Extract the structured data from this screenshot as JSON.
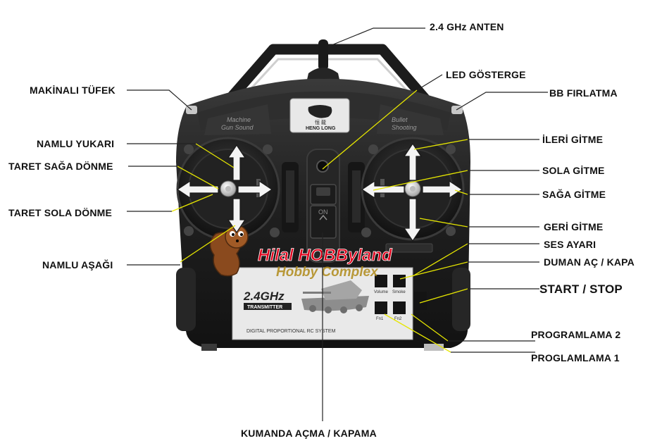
{
  "labels": {
    "antenna": "2.4 GHz ANTEN",
    "led": "LED GÖSTERGE",
    "machine_gun": "MAKİNALI TÜFEK",
    "bb_fire": "BB FIRLATMA",
    "barrel_up": "NAMLU YUKARI",
    "turret_right": "TARET SAĞA DÖNME",
    "turret_left": "TARET SOLA DÖNME",
    "barrel_down": "NAMLU AŞAĞI",
    "forward": "İLERİ GİTME",
    "left": "SOLA GİTME",
    "right": "SAĞA GİTME",
    "backward": "GERİ GİTME",
    "volume": "SES AYARI",
    "smoke": "DUMAN AÇ / KAPA",
    "start_stop": "START / STOP",
    "programming_2": "PROGRAMLAMA 2",
    "programming_1": "PROGLAMLAMA 1",
    "power": "KUMANDA AÇMA / KAPAMA"
  },
  "device": {
    "brand": "HENG LONG",
    "brand_cn": "恒 龍",
    "left_panel_text": [
      "Machine",
      "Gun Sound"
    ],
    "right_panel_text": [
      "Bullet",
      "Shooting"
    ],
    "switch_text": "ON",
    "freq": "2.4GHz",
    "freq_sub": "TRANSMITTER",
    "system_text": "DIGITAL PROPORTIONAL RC SYSTEM",
    "button_labels": [
      "Volume",
      "Smoke",
      "Fn1",
      "Fn2"
    ]
  },
  "watermark": {
    "line1": "Hilal HOBByland",
    "line2": "Hobby Complex"
  },
  "colors": {
    "body": "#1e1e1e",
    "arrow": "#f4f4f4",
    "guide_line": "#e6e600",
    "leader": "#222222",
    "watermark_red": "#e0001a",
    "watermark_gold": "#b08a1a"
  }
}
